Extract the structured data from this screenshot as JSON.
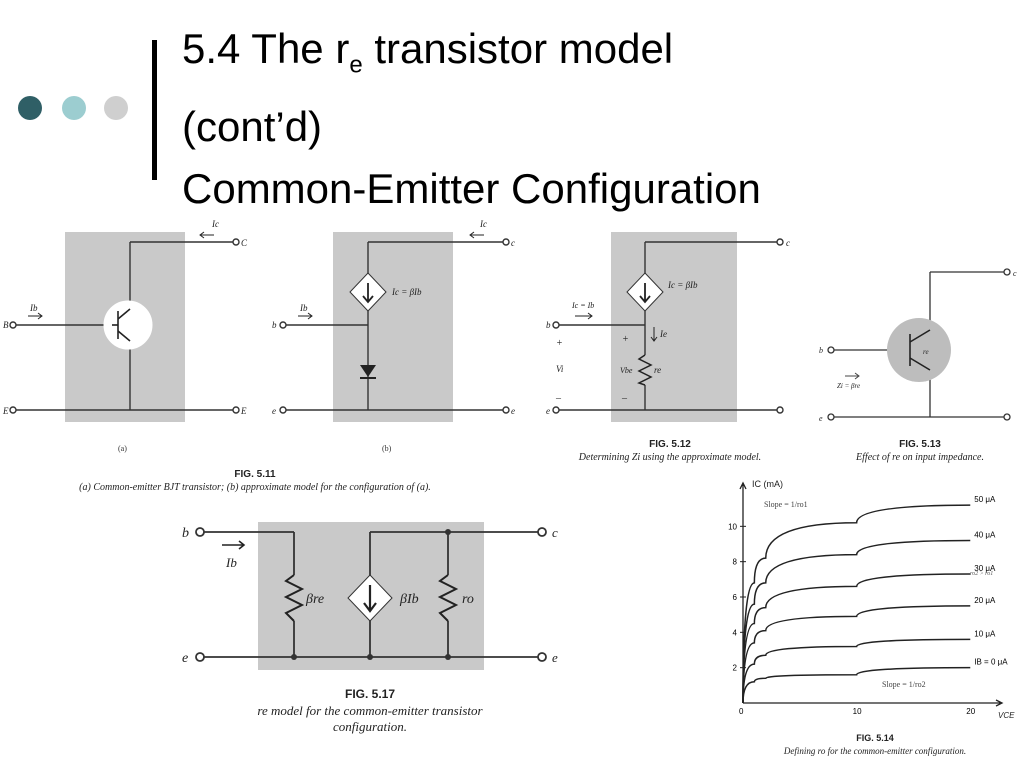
{
  "slide": {
    "title_line1_pre": "5.4 The r",
    "title_line1_sub": "e",
    "title_line1_post": " transistor model",
    "title_line2": "(cont’d)",
    "title_line3": "Common-Emitter Configuration",
    "bullet_colors": [
      "#2f5f66",
      "#9ccdd0",
      "#cfcfcf"
    ]
  },
  "fig_5_11": {
    "sub_a": "(a)",
    "sub_b": "(b)",
    "number": "FIG. 5.11",
    "caption": "(a) Common-emitter BJT transistor; (b) approximate model for the configuration of (a).",
    "labels_a": {
      "ic": "Ic",
      "c": "C",
      "ib": "Ib",
      "b": "B",
      "e": "E",
      "e2": "E"
    },
    "labels_b": {
      "ic": "Ic",
      "c": "c",
      "source": "Ic = βIb",
      "ib": "Ib",
      "b": "b",
      "e": "e",
      "e2": "e"
    }
  },
  "fig_5_12": {
    "number": "FIG. 5.12",
    "caption": "Determining Zi using the approximate model.",
    "labels": {
      "c": "c",
      "ie_ib": "Ic = Ib",
      "source": "Ic = βIb",
      "b": "b",
      "vi": "Vi",
      "vbe": "Vbe",
      "re": "re",
      "ie": "Ie",
      "e": "e",
      "plus": "+",
      "minus": "–"
    }
  },
  "fig_5_13": {
    "number": "FIG. 5.13",
    "caption": "Effect of re on input impedance.",
    "labels": {
      "c": "c",
      "b": "b",
      "e": "e",
      "zi": "Zi = βre",
      "re": "re"
    }
  },
  "fig_5_17": {
    "number": "FIG. 5.17",
    "caption_line1": "re model for the common-emitter transistor",
    "caption_line2": "configuration.",
    "labels": {
      "b": "b",
      "c": "c",
      "e": "e",
      "e2": "e",
      "ib": "Ib",
      "bre": "βre",
      "bib": "βIb",
      "ro": "ro"
    }
  },
  "fig_5_14": {
    "number": "FIG. 5.14",
    "caption": "Defining ro for the common-emitter configuration.",
    "ylabel": "IC (mA)",
    "xlabel": "VCE",
    "slope_top": "Slope = 1/ro1",
    "slope_bottom": "Slope = 1/ro2",
    "ro_note": "ro2 > ro1",
    "chart_data": {
      "type": "line",
      "xlabel": "VCE",
      "ylabel": "IC (mA)",
      "xlim": [
        0,
        22
      ],
      "ylim": [
        0,
        12
      ],
      "x_ticks": [
        "0",
        "10",
        "20"
      ],
      "y_ticks": [
        "2",
        "4",
        "6",
        "8",
        "10"
      ],
      "series": [
        {
          "name": "IB = 0 μA",
          "points": [
            [
              0,
              0
            ],
            [
              1,
              1.2
            ],
            [
              2,
              1.4
            ],
            [
              10,
              1.6
            ],
            [
              20,
              2.0
            ]
          ]
        },
        {
          "name": "10 μA",
          "points": [
            [
              0,
              0
            ],
            [
              1,
              2.2
            ],
            [
              2,
              2.7
            ],
            [
              10,
              3.2
            ],
            [
              20,
              3.6
            ]
          ]
        },
        {
          "name": "20 μA",
          "points": [
            [
              0,
              0
            ],
            [
              1,
              3.4
            ],
            [
              2,
              4.1
            ],
            [
              10,
              4.9
            ],
            [
              20,
              5.5
            ]
          ]
        },
        {
          "name": "30 μA",
          "points": [
            [
              0,
              0
            ],
            [
              1,
              4.5
            ],
            [
              2,
              5.4
            ],
            [
              10,
              6.6
            ],
            [
              20,
              7.3
            ]
          ]
        },
        {
          "name": "40 μA",
          "points": [
            [
              0,
              0
            ],
            [
              1,
              5.6
            ],
            [
              2,
              6.8
            ],
            [
              10,
              8.4
            ],
            [
              20,
              9.2
            ]
          ]
        },
        {
          "name": "50 μA",
          "points": [
            [
              0,
              0
            ],
            [
              1,
              6.8
            ],
            [
              2,
              8.2
            ],
            [
              10,
              10.2
            ],
            [
              20,
              11.2
            ]
          ]
        }
      ]
    }
  }
}
